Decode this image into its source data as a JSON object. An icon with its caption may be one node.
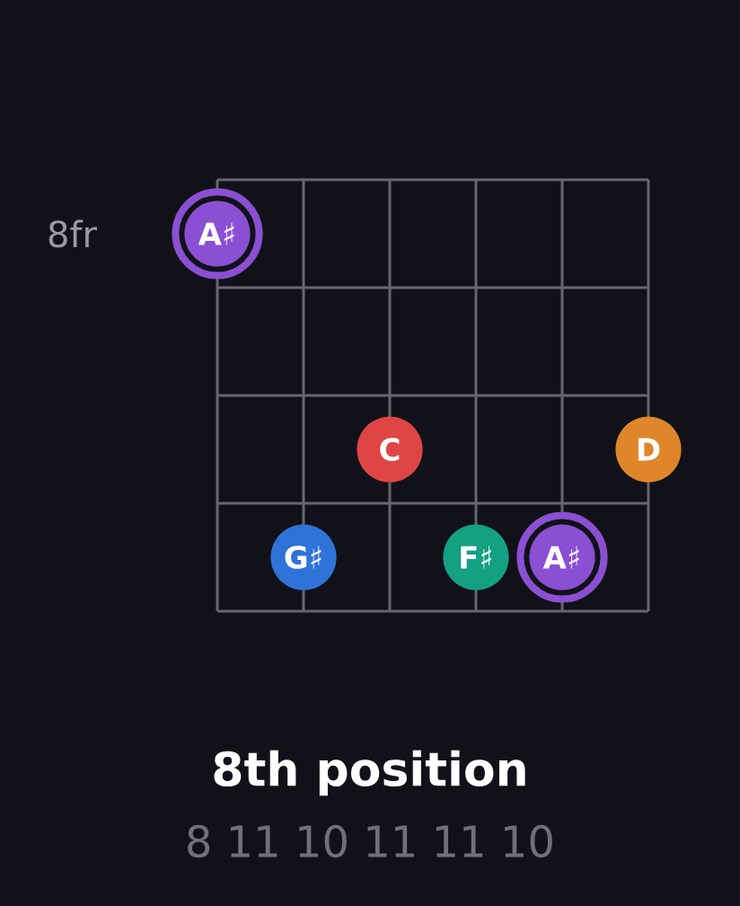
{
  "diagram": {
    "title": "8th position",
    "nodes": [
      {
        "text": [
          "A♯"
        ]
      },
      {
        "text": [
          "C"
        ]
      },
      {
        "text": [
          "D"
        ]
      },
      {
        "text": [
          "G♯"
        ]
      },
      {
        "text": [
          "F♯"
        ]
      },
      {
        "text": [
          "A♯"
        ]
      }
    ],
    "labels": [
      "8fr",
      "8 11 10 11 11 10"
    ]
  }
}
